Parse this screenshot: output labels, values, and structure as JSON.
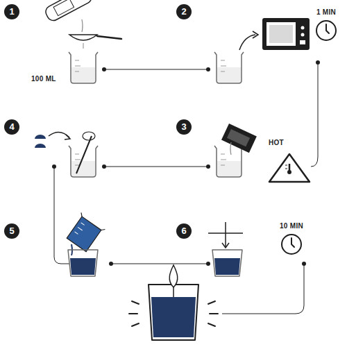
{
  "diagram": {
    "labels": [
      "1",
      "100 ML",
      "2",
      "1 MIN",
      "4",
      "3",
      "HOT",
      "5",
      "6",
      "10 MIN"
    ]
  }
}
